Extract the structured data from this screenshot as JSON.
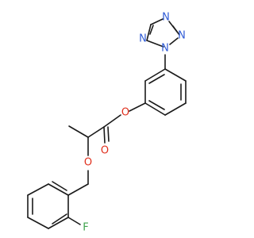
{
  "molecule": {
    "atoms": [
      {
        "symbol": "N",
        "color": "#2f5bd6"
      },
      {
        "symbol": "N",
        "color": "#2f5bd6"
      },
      {
        "symbol": "N",
        "color": "#2f5bd6"
      },
      {
        "symbol": "N",
        "color": "#2f5bd6"
      },
      {
        "symbol": "O",
        "color": "#e0301e"
      },
      {
        "symbol": "O",
        "color": "#e0301e"
      },
      {
        "symbol": "O",
        "color": "#e0301e"
      },
      {
        "symbol": "F",
        "color": "#3fa34d"
      }
    ]
  }
}
